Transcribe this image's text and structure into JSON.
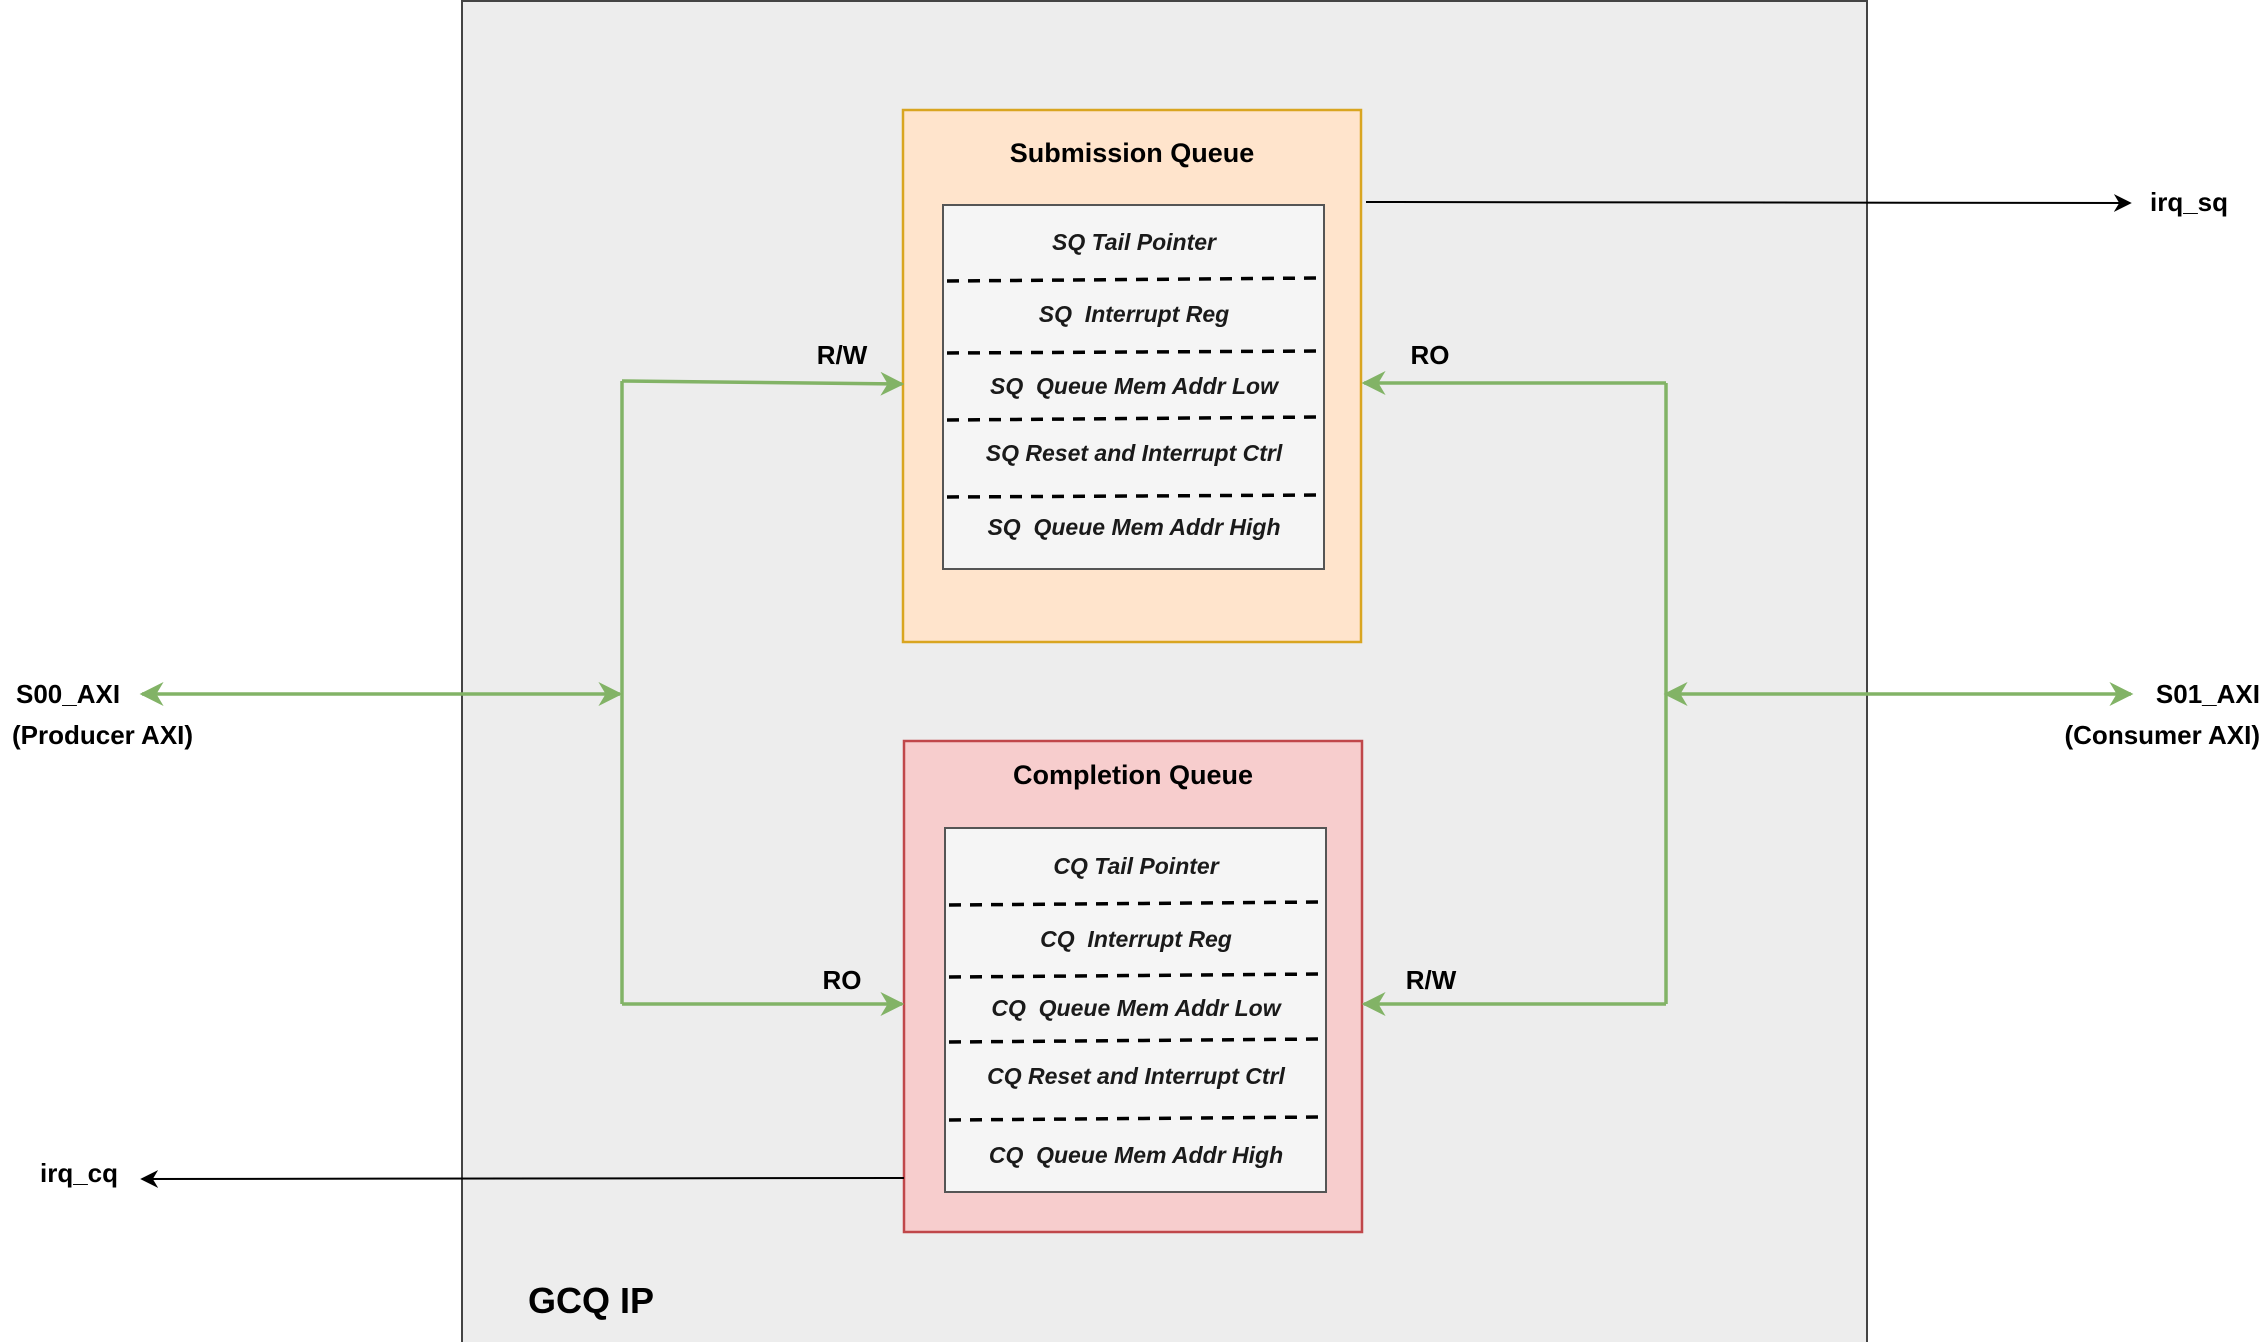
{
  "ip_block": {
    "title": "GCQ IP"
  },
  "submission_queue": {
    "title": "Submission Queue",
    "registers": [
      "SQ Tail Pointer",
      "SQ  Interrupt Reg",
      "SQ  Queue Mem Addr Low",
      "SQ Reset and Interrupt Ctrl",
      "SQ  Queue Mem Addr High"
    ],
    "producer_access": "R/W",
    "consumer_access": "RO",
    "interrupt": "irq_sq"
  },
  "completion_queue": {
    "title": "Completion Queue",
    "registers": [
      "CQ Tail Pointer",
      "CQ  Interrupt Reg",
      "CQ  Queue Mem Addr Low",
      "CQ Reset and Interrupt Ctrl",
      "CQ  Queue Mem Addr High"
    ],
    "producer_access": "RO",
    "consumer_access": "R/W",
    "interrupt": "irq_cq"
  },
  "ports": {
    "producer": {
      "name": "S00_AXI",
      "desc": "(Producer AXI)"
    },
    "consumer": {
      "name": "S01_AXI",
      "desc": "(Consumer AXI)"
    }
  },
  "colors": {
    "ip_fill": "#ededed",
    "sq_fill": "#ffe4cc",
    "sq_stroke": "#d9a520",
    "cq_fill": "#f7cdcd",
    "cq_stroke": "#c0474a",
    "axi_link": "#82b366"
  }
}
